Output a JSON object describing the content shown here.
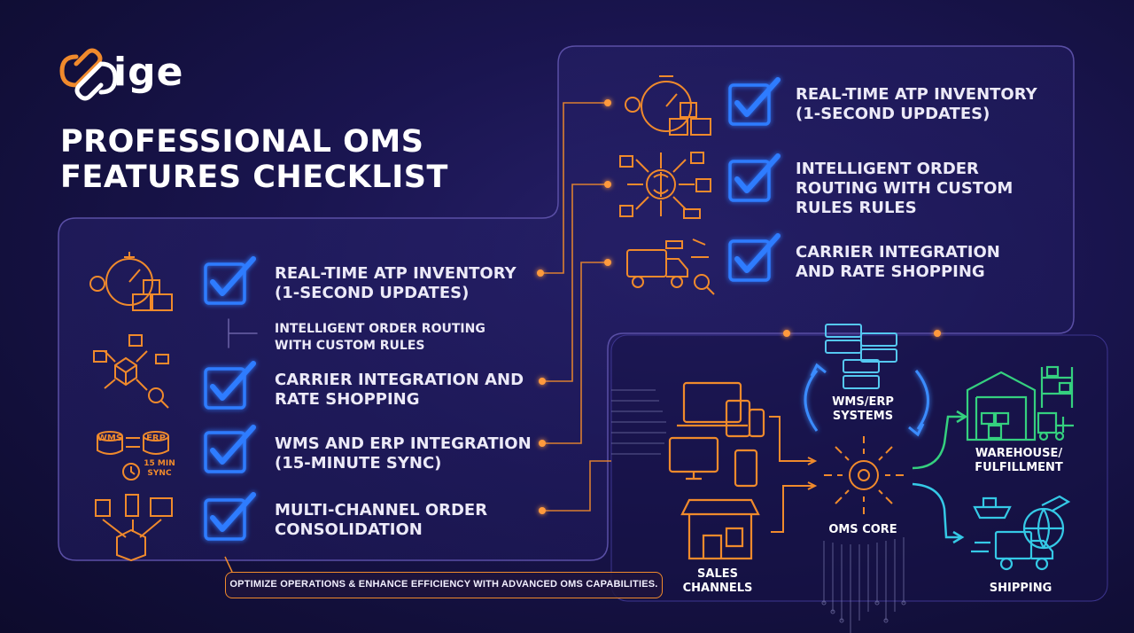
{
  "brand": {
    "logo_text": "ige"
  },
  "title": {
    "line1": "PROFESSIONAL OMS",
    "line2": "FEATURES CHECKLIST"
  },
  "left_checklist": [
    {
      "lines": [
        "REAL-TIME ATP INVENTORY",
        "(1-SECOND UPDATES)"
      ],
      "checked": true
    },
    {
      "lines": [
        "INTELLIGENT ORDER ROUTING",
        "WITH CUSTOM RULES"
      ],
      "checked": false
    },
    {
      "lines": [
        "CARRIER INTEGRATION AND",
        "RATE SHOPPING"
      ],
      "checked": true
    },
    {
      "lines": [
        "WMS AND ERP INTEGRATION",
        "(15-MINUTE SYNC)"
      ],
      "checked": true
    },
    {
      "lines": [
        "MULTI-CHANNEL ORDER",
        "CONSOLIDATION"
      ],
      "checked": true
    }
  ],
  "right_checklist": [
    {
      "lines": [
        "REAL-TIME ATP INVENTORY",
        "(1-SECOND UPDATES)"
      ],
      "checked": true
    },
    {
      "lines": [
        "INTELLIGENT ORDER",
        "ROUTING WITH CUSTOM",
        "RULES  RULES"
      ],
      "checked": true
    },
    {
      "lines": [
        "CARRIER INTEGRATION",
        "AND RATE SHOPPING"
      ],
      "checked": true
    }
  ],
  "icon_text": {
    "wms": "WMS",
    "erp": "ERP",
    "sync1": "15 MIN",
    "sync2": "SYNC"
  },
  "flow": {
    "wms_erp": [
      "WMS/ERP",
      "SYSTEMS"
    ],
    "oms_core": "OMS CORE",
    "sales": [
      "SALES",
      "CHANNELS"
    ],
    "warehouse": [
      "WAREHOUSE/",
      "FULFILLMENT"
    ],
    "shipping": "SHIPPING"
  },
  "banner": "OPTIMIZE OPERATIONS & ENHANCE EFFICIENCY WITH ADVANCED OMS CAPABILITIES.",
  "colors": {
    "accent_orange": "#f08a2c",
    "check_blue": "#2f7bff",
    "panel_border": "#5a4fa6",
    "flow_green": "#35d07f",
    "flow_cyan": "#35c9e6"
  }
}
